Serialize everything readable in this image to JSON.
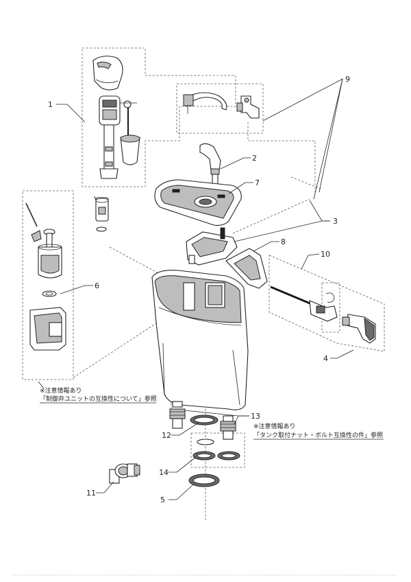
{
  "callouts": {
    "c1": "1",
    "c2": "2",
    "c3": "3",
    "c4": "4",
    "c5": "5",
    "c6": "6",
    "c7": "7",
    "c8": "8",
    "c9": "9",
    "c10": "10",
    "c11": "11",
    "c12": "12",
    "c13": "13",
    "c14": "14"
  },
  "notes": {
    "note_left_line1": "※注意情報あり",
    "note_left_line2": "「制御弁ユニットの互換性について」参照",
    "note_right_line1": "※注意情報あり",
    "note_right_line2": "「タンク取付ナット・ボルト互換性の件」参照"
  }
}
